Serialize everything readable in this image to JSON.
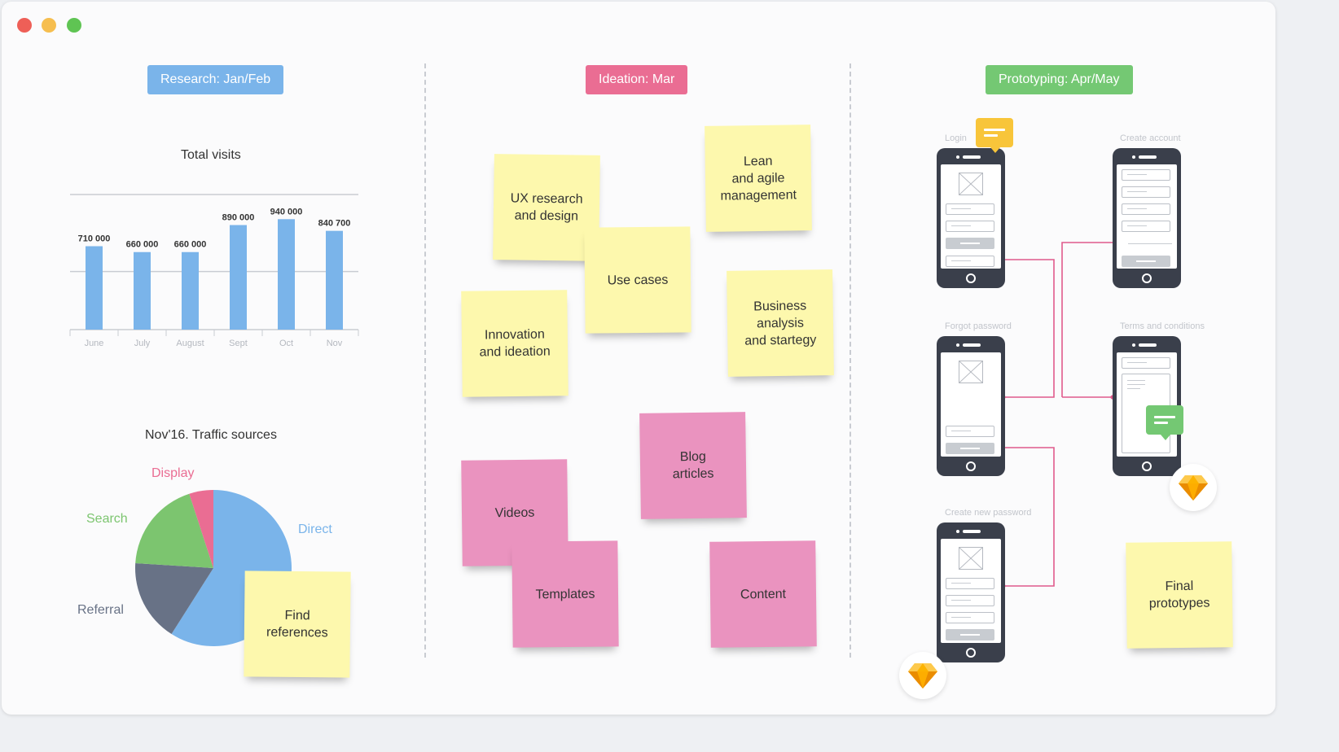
{
  "window": {
    "controls": [
      "close",
      "minimize",
      "maximize"
    ],
    "control_colors": [
      "#ee5f57",
      "#f6be4f",
      "#5fc453"
    ]
  },
  "phases": {
    "research": {
      "label": "Research: Jan/Feb",
      "color": "#7ab4ea"
    },
    "ideation": {
      "label": "Ideation: Mar",
      "color": "#ea6d93"
    },
    "prototyping": {
      "label": "Prototyping: Apr/May",
      "color": "#74c873"
    }
  },
  "chart_data": [
    {
      "type": "bar",
      "title": "Total visits",
      "categories": [
        "June",
        "July",
        "August",
        "Sept",
        "Oct",
        "Nov"
      ],
      "values": [
        710000,
        660000,
        660000,
        890000,
        940000,
        840700
      ],
      "value_labels": [
        "710 000",
        "660 000",
        "660 000",
        "890 000",
        "940 000",
        "840 700"
      ],
      "ylim": [
        0,
        1150000
      ],
      "bar_color": "#7ab4ea"
    },
    {
      "type": "pie",
      "title": "Nov'16. Traffic sources",
      "slices": [
        {
          "label": "Direct",
          "value": 59,
          "color": "#7ab4ea"
        },
        {
          "label": "Referral",
          "value": 17,
          "color": "#687286"
        },
        {
          "label": "Search",
          "value": 19,
          "color": "#7cc56f"
        },
        {
          "label": "Display",
          "value": 5,
          "color": "#ea6d93"
        }
      ]
    }
  ],
  "notes": {
    "find_references": "Find\nreferences",
    "ux_research": "UX research\nand design",
    "use_cases": "Use cases",
    "lean": "Lean\nand agile\nmanagement",
    "innovation": "Innovation\nand ideation",
    "business": "Business\nanalysis\nand startegy",
    "videos": "Videos",
    "blog": "Blog\narticles",
    "templates": "Templates",
    "content": "Content",
    "final": "Final\nprototypes"
  },
  "screens": {
    "login": "Login",
    "create_account": "Create account",
    "forgot_password": "Forgot password",
    "terms": "Terms and conditions",
    "create_new_password": "Create new password"
  },
  "connector_color": "#e05a8b",
  "icons": {
    "comment": "comment-icon",
    "sketch": "sketch-diamond-icon"
  }
}
